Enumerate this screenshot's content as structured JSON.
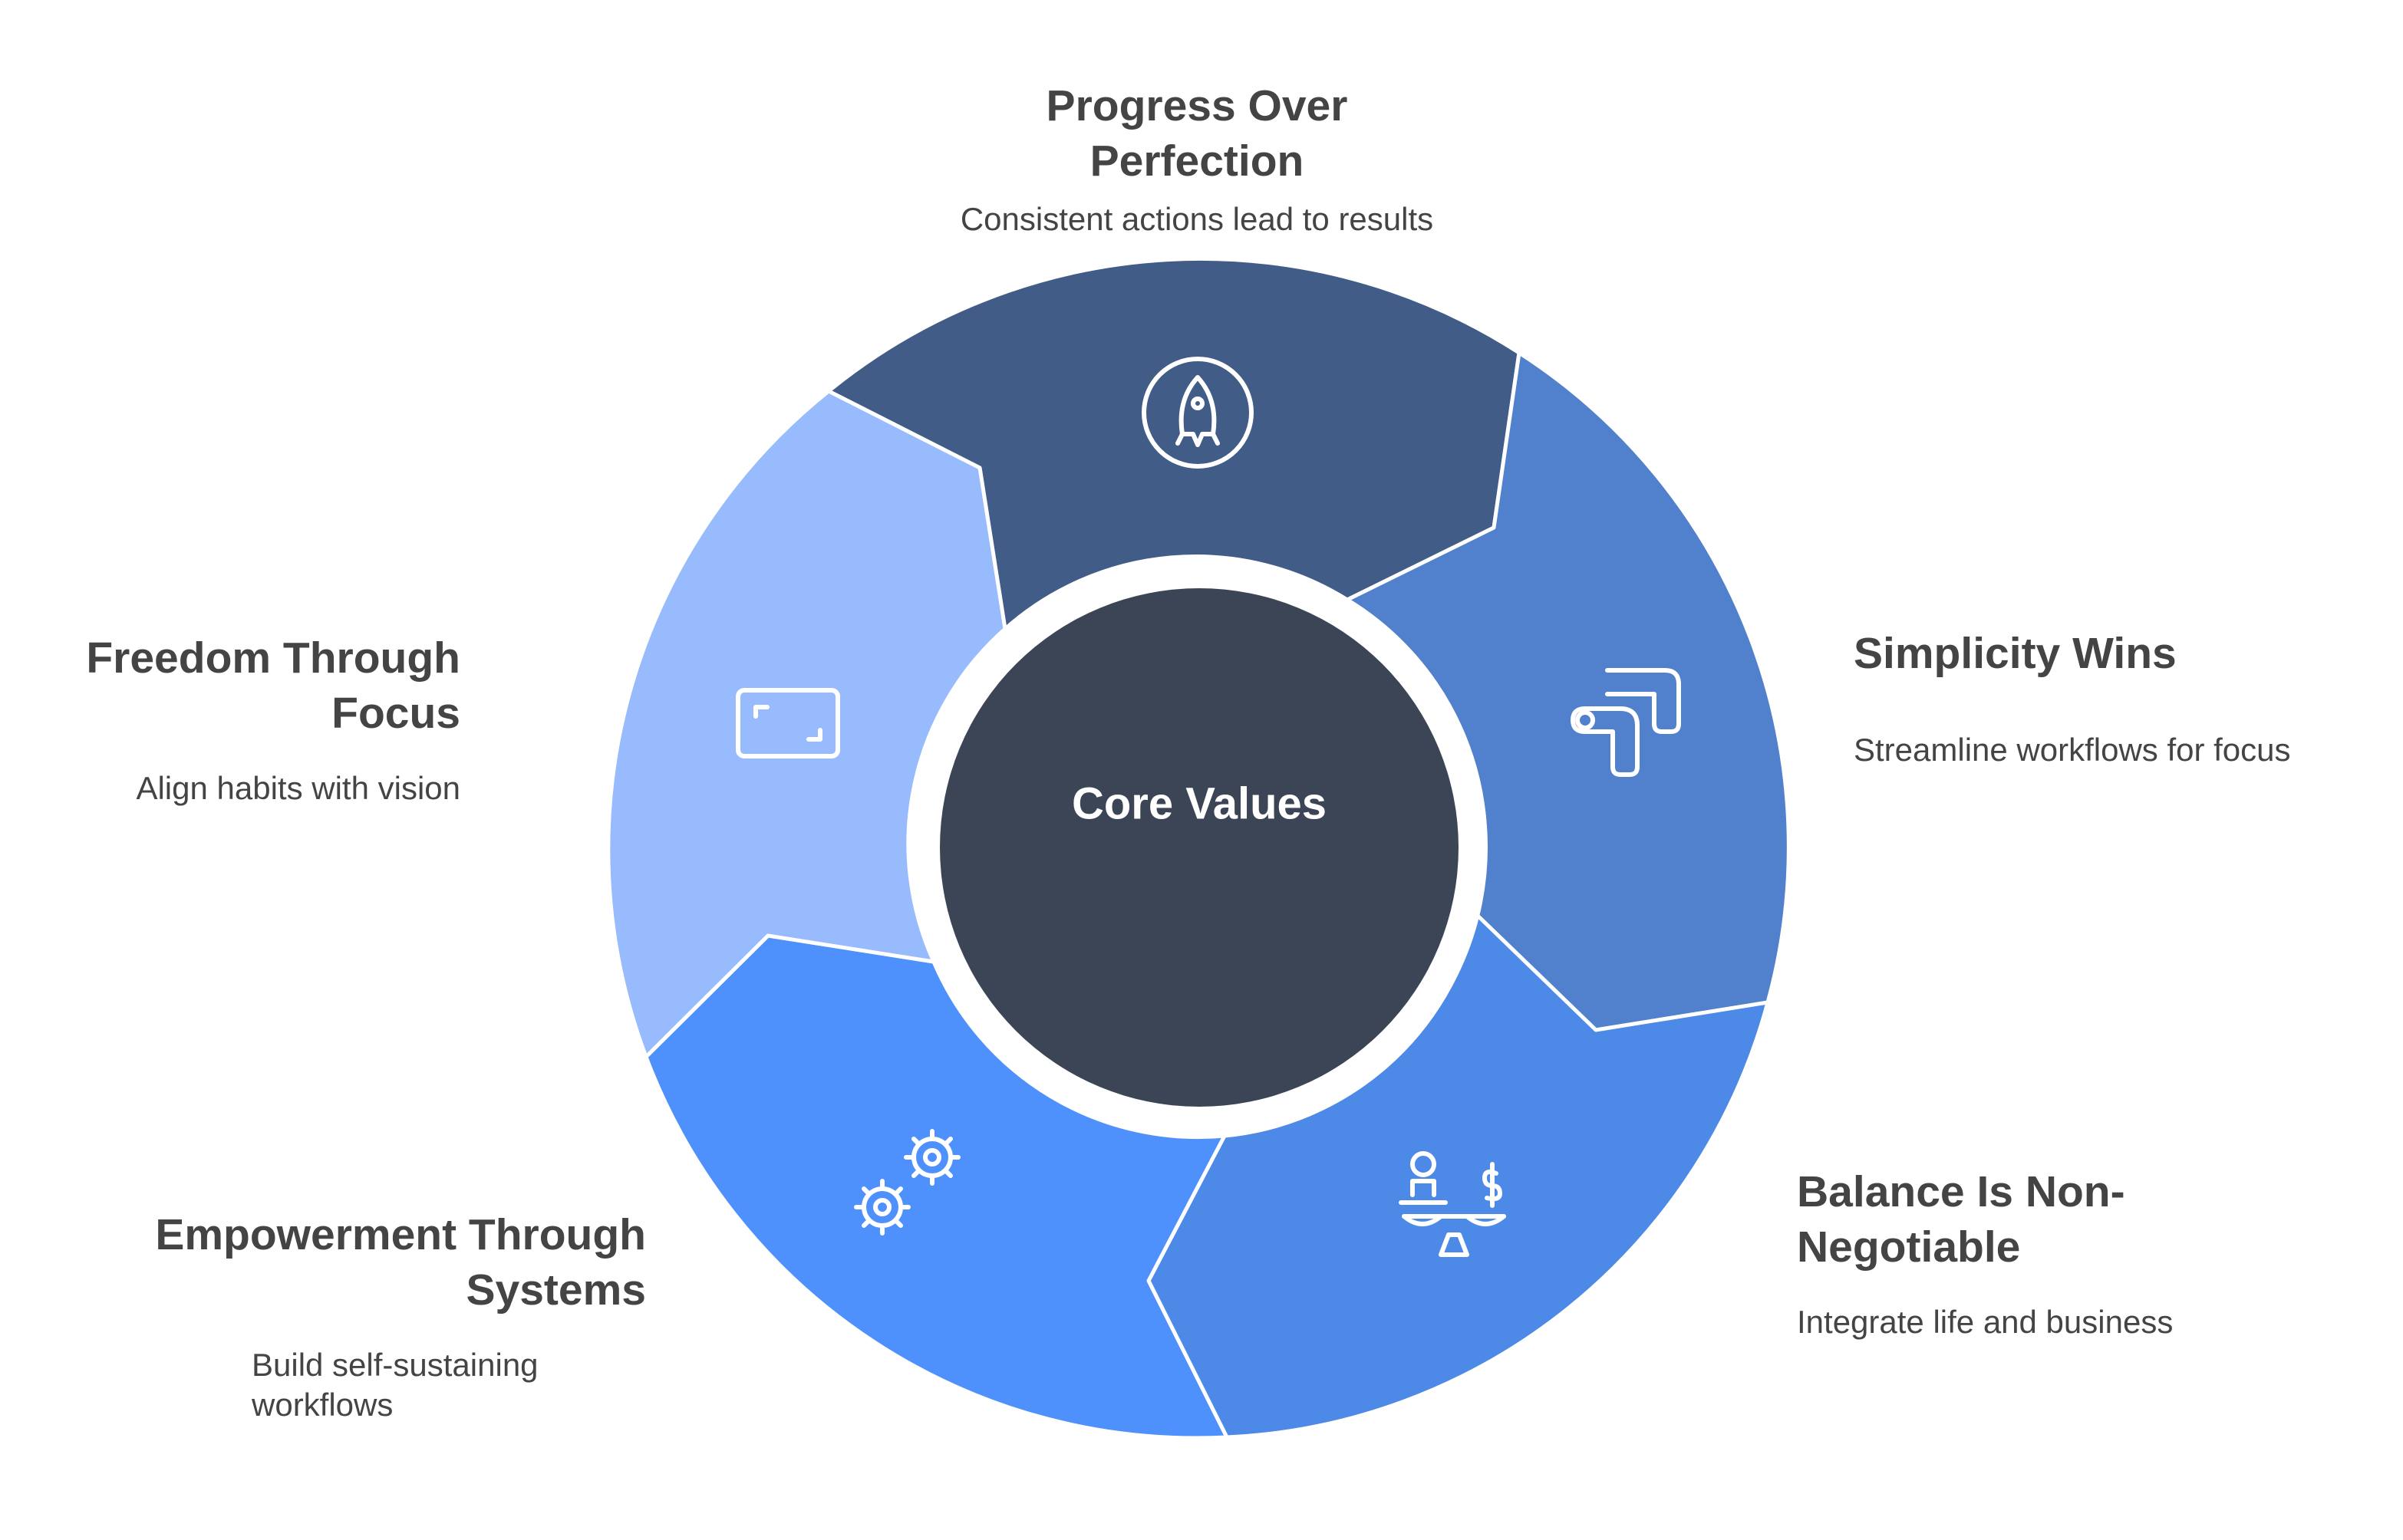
{
  "center": {
    "label": "Core Values",
    "color": "#3b4556"
  },
  "segments": [
    {
      "id": "progress",
      "title_lines": [
        "Progress Over",
        "Perfection"
      ],
      "description": "Consistent actions lead to results",
      "color": "#425c88",
      "icon": "rocket-icon"
    },
    {
      "id": "simplicity",
      "title_lines": [
        "Simplicity Wins"
      ],
      "description": "Streamline workflows for focus",
      "color": "#5181cd",
      "icon": "pipe-flow-icon"
    },
    {
      "id": "balance",
      "title_lines": [
        "Balance Is Non-",
        "Negotiable"
      ],
      "description": "Integrate life and business",
      "color": "#4d89e6",
      "icon": "balance-scale-icon"
    },
    {
      "id": "empowerment",
      "title_lines": [
        "Empowerment Through",
        "Systems"
      ],
      "description": "Build self-sustaining workflows",
      "color": "#4f91fc",
      "icon": "gears-icon"
    },
    {
      "id": "freedom",
      "title_lines": [
        "Freedom Through",
        "Focus"
      ],
      "description": "Align habits with vision",
      "color": "#97bbfc",
      "icon": "focus-frame-icon"
    }
  ],
  "colors": {
    "separator": "#ffffff",
    "text": "#444444",
    "center_text": "#ffffff",
    "ring_gap": "#ffffff"
  }
}
